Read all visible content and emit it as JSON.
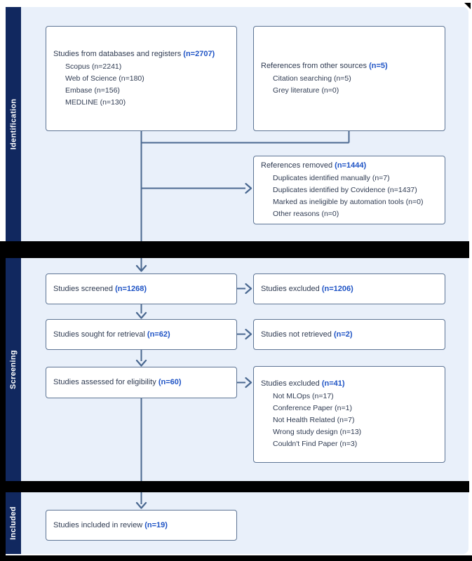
{
  "sections": [
    {
      "label": "Identification"
    },
    {
      "label": "Screening"
    },
    {
      "label": "Included"
    }
  ],
  "boxes": {
    "databases": {
      "heading": "Studies from databases and registers",
      "count": "(n=2707)",
      "items": [
        "Scopus (n=2241)",
        "Web of Science (n=180)",
        "Embase (n=156)",
        "MEDLINE (n=130)"
      ]
    },
    "other_sources": {
      "heading": "References from other sources",
      "count": "(n=5)",
      "items": [
        "Citation searching (n=5)",
        "Grey literature (n=0)"
      ]
    },
    "removed": {
      "heading": "References removed",
      "count": "(n=1444)",
      "items": [
        "Duplicates identified manually (n=7)",
        "Duplicates identified by Covidence (n=1437)",
        "Marked as ineligible by automation tools (n=0)",
        "Other reasons (n=0)"
      ]
    },
    "screened": {
      "heading": "Studies screened",
      "count": "(n=1268)"
    },
    "excluded_screening": {
      "heading": "Studies excluded",
      "count": "(n=1206)"
    },
    "sought": {
      "heading": "Studies sought for retrieval",
      "count": "(n=62)"
    },
    "not_retrieved": {
      "heading": "Studies not retrieved",
      "count": "(n=2)"
    },
    "assessed": {
      "heading": "Studies assessed for eligibility",
      "count": "(n=60)"
    },
    "excluded_eligibility": {
      "heading": "Studies excluded",
      "count": "(n=41)",
      "items": [
        "Not MLOps (n=17)",
        "Conference Paper (n=1)",
        "Not Health Related (n=7)",
        "Wrong study design (n=13)",
        "Couldn't Find Paper (n=3)"
      ]
    },
    "included": {
      "heading": "Studies included in review",
      "count": "(n=19)"
    }
  },
  "colors": {
    "panel_background": "#e9f0fa",
    "sidebar_navy": "#11285f",
    "box_border": "#5d7494",
    "text_dark": "#2f3b52",
    "count_blue": "#1e53c5",
    "connector_line": "#4a6890",
    "divider_black": "#000000"
  }
}
